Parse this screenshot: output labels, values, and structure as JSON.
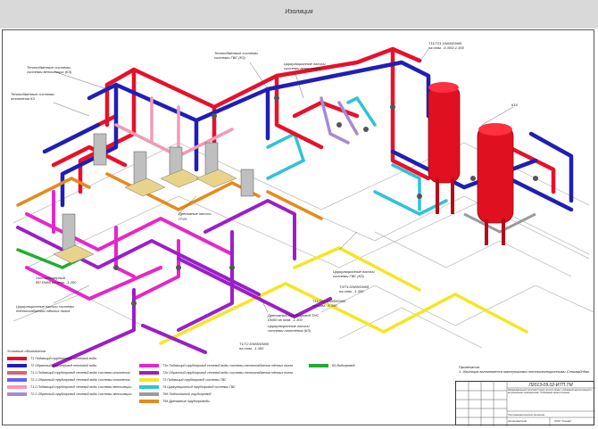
{
  "header": {
    "title": "Изоляция"
  },
  "callouts": {
    "heat_exchanger_vent": "Теплообменные системы\nсистемы вентиляции (КЗ)",
    "heat_exchanger_hot_water": "Теплообменные системы\nсистемы ГВС (КЗ)",
    "heat_exchanger_heating": "Теплообменные системы\nотопления КЗ",
    "circ_pumps_vent": "Циркуляционные насосы\nсистемы вентиляции",
    "t11_label": "Т11/Т21 DN65/DN65",
    "t11_sub": "на отм. -0.300/-1.300",
    "k1_label": "К1б",
    "k2_label": "К1б",
    "drain_pump": "Дренажные насосы",
    "drain_note": "ГР25",
    "water_meter": "Узел водомерный\nВП DN65 на отм. -1.200",
    "circ_pumps_hw": "Циркуляционные насосы\nсистемы ГВС (КЗ)",
    "t3t4_label": "Т3/Т4 DN65/DN65\nна отм. -1.300",
    "t11t21_label": "Т11/Т21 DN65/DN65",
    "t11t21_sub": "на отм. -1.300",
    "supply_label": "Дренажный трубопровод ТНС\nDN50 на отм. -1.300",
    "circ_pumps_heat": "Циркуляционные насосы\nсистемы отопления (КЗ)",
    "circ_pumps_floor": "Циркуляционные насосы системы\nтеплоснабжения тёплых полов",
    "t1_label": "Т1/Т2 DN65/DN65",
    "t1_sub": "на отм. -1.300"
  },
  "legend": {
    "heading": "Условные обозначения",
    "items": [
      {
        "code": "Т1",
        "label": "Т1 Подающий трубопровод тепловой воды",
        "color": "#e8102a"
      },
      {
        "code": "Т2",
        "label": "Т2 Обратный трубопровод тепловой воды",
        "color": "#1f1fb5"
      },
      {
        "code": "Т1.1",
        "label": "Т1.1 Подающий трубопровод сетевой воды системы отопления",
        "color": "#e0606f"
      },
      {
        "code": "Т2.1",
        "label": "Т2.1 Обратный трубопровод сетевой воды системы отопления",
        "color": "#6a5cf0"
      },
      {
        "code": "Т1.2",
        "label": "Т1.2 Подающий трубопровод сетевой воды системы вентиляции",
        "color": "#f29bb5"
      },
      {
        "code": "Т2.2",
        "label": "Т2.2 Обратный трубопровод сетевой воды системы вентиляции",
        "color": "#a78ad6"
      },
      {
        "code": "Т1н",
        "label": "Т1н Подающий трубопровод сетевой воды системы теплоснабжения тёплых полов",
        "color": "#e627c8"
      },
      {
        "code": "Т2н",
        "label": "Т2н Обратный трубопровод сетевой воды системы теплоснабжения тёплых полов",
        "color": "#9b1ec9"
      },
      {
        "code": "Т3",
        "label": "Т3 Подающий трубопровод системы ГВС",
        "color": "#f5e620"
      },
      {
        "code": "Т4",
        "label": "Т4 Циркуляционный трубопровод системы ГВС",
        "color": "#2ec3d6"
      },
      {
        "code": "В1",
        "label": "В1 Водопровод",
        "color": "#1fae2e"
      },
      {
        "code": "Т96",
        "label": "Т96 Подпиточный трубопровод",
        "color": "#9b9b9b"
      },
      {
        "code": "Т94",
        "label": "Т94 Дренажные трубопроводы",
        "color": "#e68a1a"
      }
    ]
  },
  "notes": {
    "heading": "Примечания:",
    "line1": "1. Изоляция выполняется материалами теплоизоляционными Стоквайнбах."
  },
  "stamp": {
    "code": "Л2013-09.02-ИТП.ТМ",
    "desc": "Индивидуальный тепловой пункт жилого дома с подземной автостоянкой и встроенными помещениями. Подземная гараж-стоянка.",
    "stage": "Тепломеханические решения",
    "sheet": "Аксонометрия",
    "org": "ООО \"Альфа\""
  }
}
